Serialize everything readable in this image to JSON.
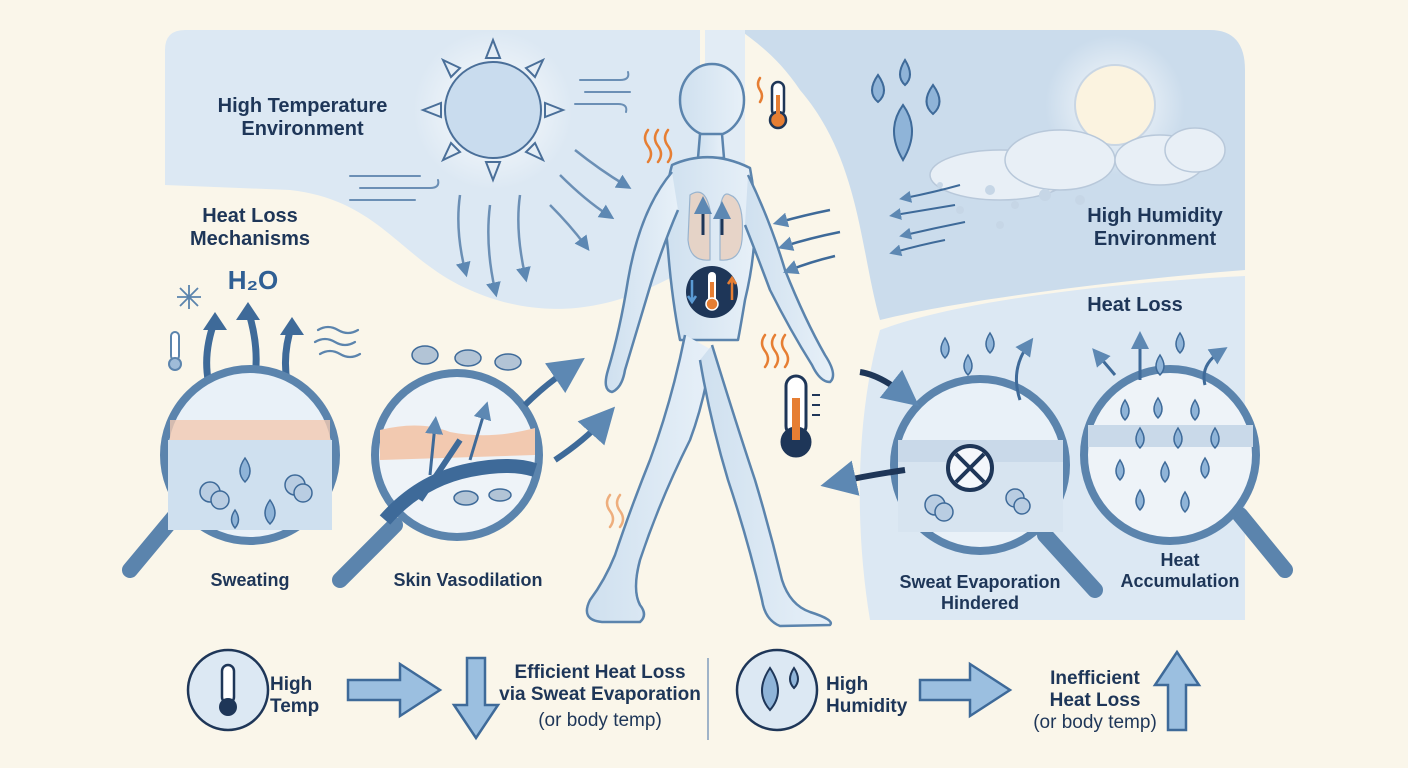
{
  "panels": {
    "high_temp_env": "High Temperature\nEnvironment",
    "heat_loss_mechanisms": "Heat Loss\nMechanisms",
    "high_humidity_env": "High Humidity\nEnvironment",
    "heat_loss": "Heat Loss"
  },
  "water_label": "H₂O",
  "captions": {
    "sweating": "Sweating",
    "skin_vasodilation": "Skin Vasodilation",
    "sweat_evaporation_hindered": "Sweat Evaporation\nHindered",
    "heat_accumulation": "Heat\nAccumulation"
  },
  "footer": {
    "high_temp": "High\nTemp",
    "efficient_heat_loss": "Efficient Heat Loss\nvia Sweat Evaporation",
    "efficient_note": "(or body temp)",
    "high_humidity": "High\nHumidity",
    "inefficient_heat_loss": "Inefficient\nHeat Loss",
    "inefficient_note": "(or body temp)"
  },
  "colors": {
    "background": "#faf6ea",
    "panel_blue": "#dce8f3",
    "navy": "#1e3658",
    "arrow_blue": "#4f87bd",
    "heat_orange": "#e67e33"
  }
}
